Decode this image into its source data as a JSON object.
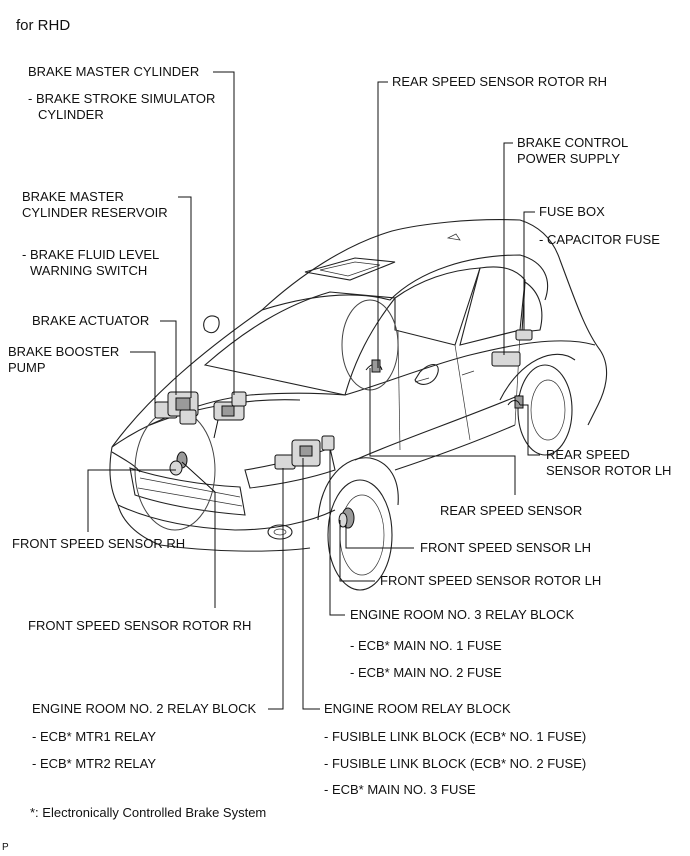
{
  "header": "for RHD",
  "figure_code": "P",
  "footnote": "*: Electronically Controlled Brake System",
  "labels": {
    "brake_master_cylinder": "BRAKE MASTER CYLINDER",
    "brake_stroke_simulator_1": "- BRAKE STROKE SIMULATOR",
    "brake_stroke_simulator_2": "CYLINDER",
    "master_reservoir_1": "BRAKE MASTER",
    "master_reservoir_2": "CYLINDER RESERVOIR",
    "fluid_level_switch_1": "- BRAKE FLUID LEVEL",
    "fluid_level_switch_2": "WARNING SWITCH",
    "brake_actuator": "BRAKE ACTUATOR",
    "booster_pump_1": "BRAKE BOOSTER",
    "booster_pump_2": "PUMP",
    "front_speed_sensor_rh": "FRONT SPEED SENSOR RH",
    "front_speed_sensor_rotor_rh": "FRONT SPEED SENSOR ROTOR RH",
    "rear_speed_sensor_rotor_rh": "REAR SPEED SENSOR ROTOR RH",
    "brake_control_power_1": "BRAKE CONTROL",
    "brake_control_power_2": "POWER SUPPLY",
    "fuse_box": "FUSE BOX",
    "capacitor_fuse": "- CAPACITOR FUSE",
    "rear_speed_sensor_rotor_lh_1": "REAR SPEED",
    "rear_speed_sensor_rotor_lh_2": "SENSOR ROTOR LH",
    "rear_speed_sensor": "REAR SPEED SENSOR",
    "front_speed_sensor_lh": "FRONT SPEED SENSOR LH",
    "front_speed_sensor_rotor_lh": "FRONT SPEED SENSOR ROTOR LH",
    "engine_room_no3": "ENGINE ROOM NO. 3 RELAY BLOCK",
    "ecb_main_no1": "- ECB* MAIN NO. 1 FUSE",
    "ecb_main_no2": "- ECB* MAIN NO. 2 FUSE",
    "engine_room_no2": "ENGINE ROOM NO. 2 RELAY BLOCK",
    "ecb_mtr1": "- ECB* MTR1 RELAY",
    "ecb_mtr2": "- ECB* MTR2 RELAY",
    "engine_room_relay": "ENGINE ROOM RELAY BLOCK",
    "fusible_link_1": "- FUSIBLE LINK BLOCK (ECB* NO. 1 FUSE)",
    "fusible_link_2": "- FUSIBLE LINK BLOCK (ECB* NO. 2 FUSE)",
    "ecb_main_no3": "- ECB* MAIN NO. 3 FUSE"
  }
}
